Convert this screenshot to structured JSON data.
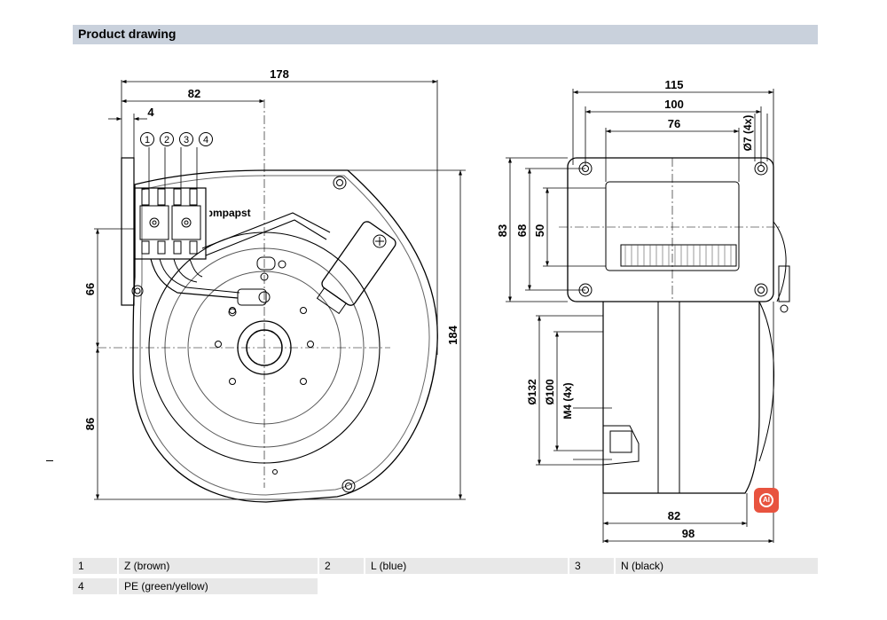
{
  "section": {
    "title": "Product drawing"
  },
  "front_view": {
    "dims": {
      "overall_width": "178",
      "connector_offset": "82",
      "flange": "4",
      "upper_height": "66",
      "lower_height": "86",
      "overall_height": "184"
    },
    "terminal_numbers": [
      "1",
      "2",
      "3",
      "4"
    ],
    "brand": "ebmpapst"
  },
  "side_view": {
    "dims": {
      "width_115": "115",
      "width_100": "100",
      "width_76": "76",
      "hole": "Ø7 (4x)",
      "height_83": "83",
      "height_68": "68",
      "height_50": "50",
      "dia_132": "Ø132",
      "dia_100": "Ø100",
      "thread": "M4 (4x)",
      "depth_82": "82",
      "depth_98": "98"
    }
  },
  "legend": [
    {
      "num": "1",
      "text": "Z (brown)"
    },
    {
      "num": "2",
      "text": "L (blue)"
    },
    {
      "num": "3",
      "text": "N (black)"
    },
    {
      "num": "4",
      "text": "PE (green/yellow)"
    }
  ],
  "badge": {
    "label": "AI",
    "color": "#e8533f"
  }
}
